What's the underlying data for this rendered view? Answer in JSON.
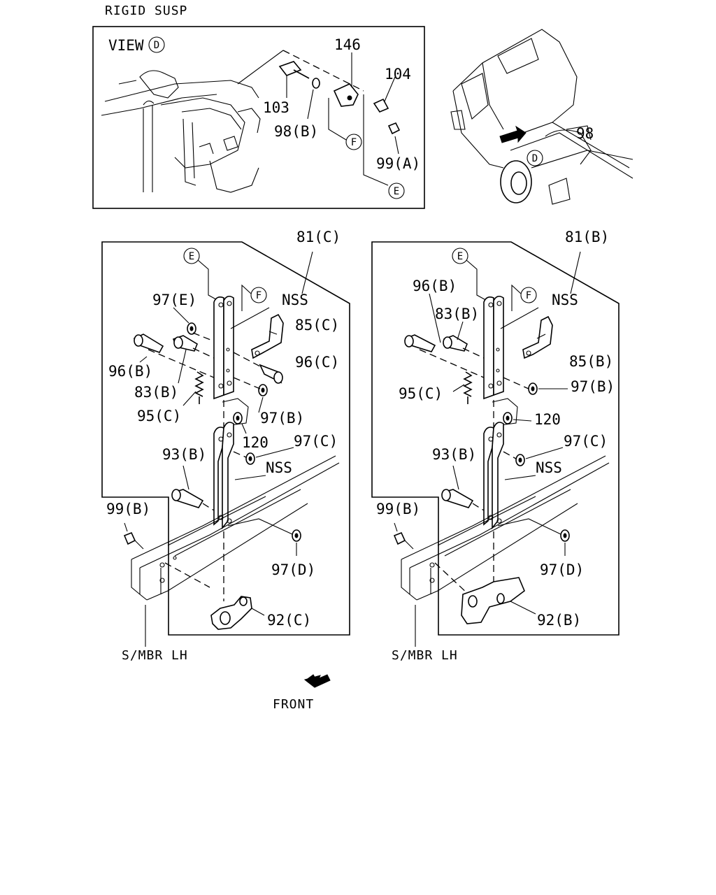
{
  "header": {
    "title": "RIGID SUSP"
  },
  "view_panel": {
    "view_label": "VIEW",
    "view_marker": "D",
    "labels": {
      "p146": "146",
      "p104": "104",
      "p103": "103",
      "p98b": "98(B)",
      "p99a": "99(A)",
      "ref_f": "F",
      "ref_e": "E"
    }
  },
  "truck_view": {
    "marker": "D",
    "partial_label": "98"
  },
  "left_assembly": {
    "title": "81(C)",
    "ref_e": "E",
    "ref_f": "F",
    "labels": {
      "nss_top": "NSS",
      "p97e": "97(E)",
      "p85c": "85(C)",
      "p96c": "96(C)",
      "p96b": "96(B)",
      "p83b": "83(B)",
      "p95c": "95(C)",
      "p97b": "97(B)",
      "p120": "120",
      "p97c": "97(C)",
      "p93b": "93(B)",
      "nss_mid": "NSS",
      "p99b": "99(B)",
      "p97d": "97(D)",
      "p92c": "92(C)",
      "smbr": "S/MBR LH"
    }
  },
  "right_assembly": {
    "title": "81(B)",
    "ref_e": "E",
    "ref_f": "F",
    "labels": {
      "nss_top": "NSS",
      "p96b": "96(B)",
      "p83b": "83(B)",
      "p85b": "85(B)",
      "p95c": "95(C)",
      "p97b": "97(B)",
      "p120": "120",
      "p97c": "97(C)",
      "p93b": "93(B)",
      "nss_mid": "NSS",
      "p99b": "99(B)",
      "p97d": "97(D)",
      "p92b": "92(B)",
      "smbr": "S/MBR LH"
    }
  },
  "footer": {
    "front_label": "FRONT",
    "front_icon": "front-direction-arrow-icon"
  }
}
